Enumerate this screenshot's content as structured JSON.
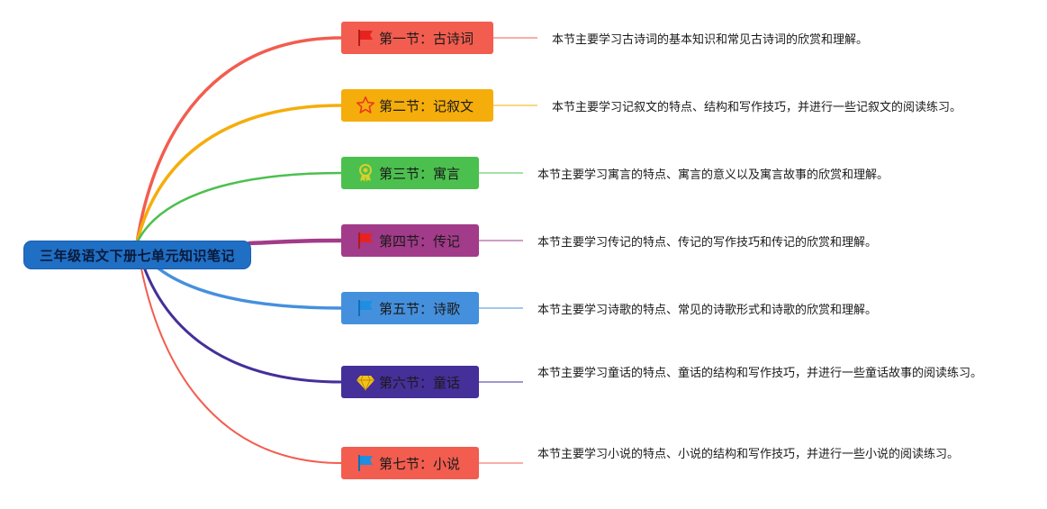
{
  "root": {
    "label": "三年级语文下册七单元知识笔记"
  },
  "sections": [
    {
      "label": "第一节：古诗词",
      "icon": "red-flag-icon",
      "color": "#f25d4f",
      "desc": "本节主要学习古诗词的基本知识和常见古诗词的欣赏和理解。"
    },
    {
      "label": "第二节：记叙文",
      "icon": "star-outline-icon",
      "color": "#f5ad0b",
      "desc": "本节主要学习记叙文的特点、结构和写作技巧，并进行一些记叙文的阅读练习。"
    },
    {
      "label": "第三节：寓言",
      "icon": "award-badge-icon",
      "color": "#4cc04f",
      "desc": "本节主要学习寓言的特点、寓言的意义以及寓言故事的欣赏和理解。"
    },
    {
      "label": "第四节：传记",
      "icon": "red-flag-icon",
      "color": "#a23b89",
      "desc": "本节主要学习传记的特点、传记的写作技巧和传记的欣赏和理解。"
    },
    {
      "label": "第五节：诗歌",
      "icon": "blue-flag-icon",
      "color": "#4590dd",
      "desc": "本节主要学习诗歌的特点、常见的诗歌形式和诗歌的欣赏和理解。"
    },
    {
      "label": "第六节：童话",
      "icon": "diamond-icon",
      "color": "#452f99",
      "desc": "本节主要学习童话的特点、童话的结构和写作技巧，并进行一些童话故事的阅读练习。"
    },
    {
      "label": "第七节：小说",
      "icon": "blue-flag-icon",
      "color": "#f25d4f",
      "desc": "本节主要学习小说的特点、小说的结构和写作技巧，并进行一些小说的阅读练习。"
    }
  ]
}
